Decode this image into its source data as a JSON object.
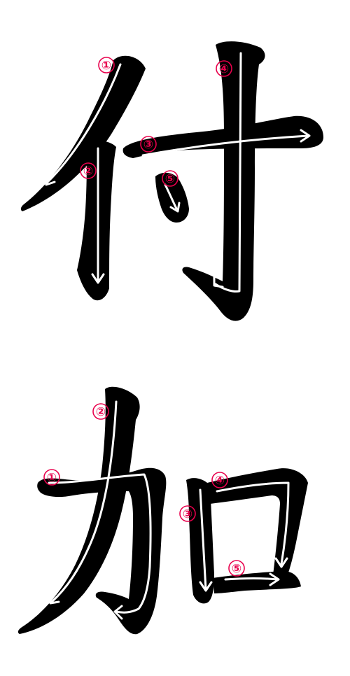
{
  "colors": {
    "ink": "#000000",
    "stroke_path": "#ffffff",
    "stroke_number": "#e8004c",
    "background": "#ffffff"
  },
  "characters": [
    {
      "kanji": "付",
      "strokes": [
        {
          "order": "①"
        },
        {
          "order": "②"
        },
        {
          "order": "③"
        },
        {
          "order": "④"
        },
        {
          "order": "⑤"
        }
      ]
    },
    {
      "kanji": "加",
      "strokes": [
        {
          "order": "①"
        },
        {
          "order": "②"
        },
        {
          "order": "③"
        },
        {
          "order": "④"
        },
        {
          "order": "⑤"
        }
      ]
    }
  ]
}
